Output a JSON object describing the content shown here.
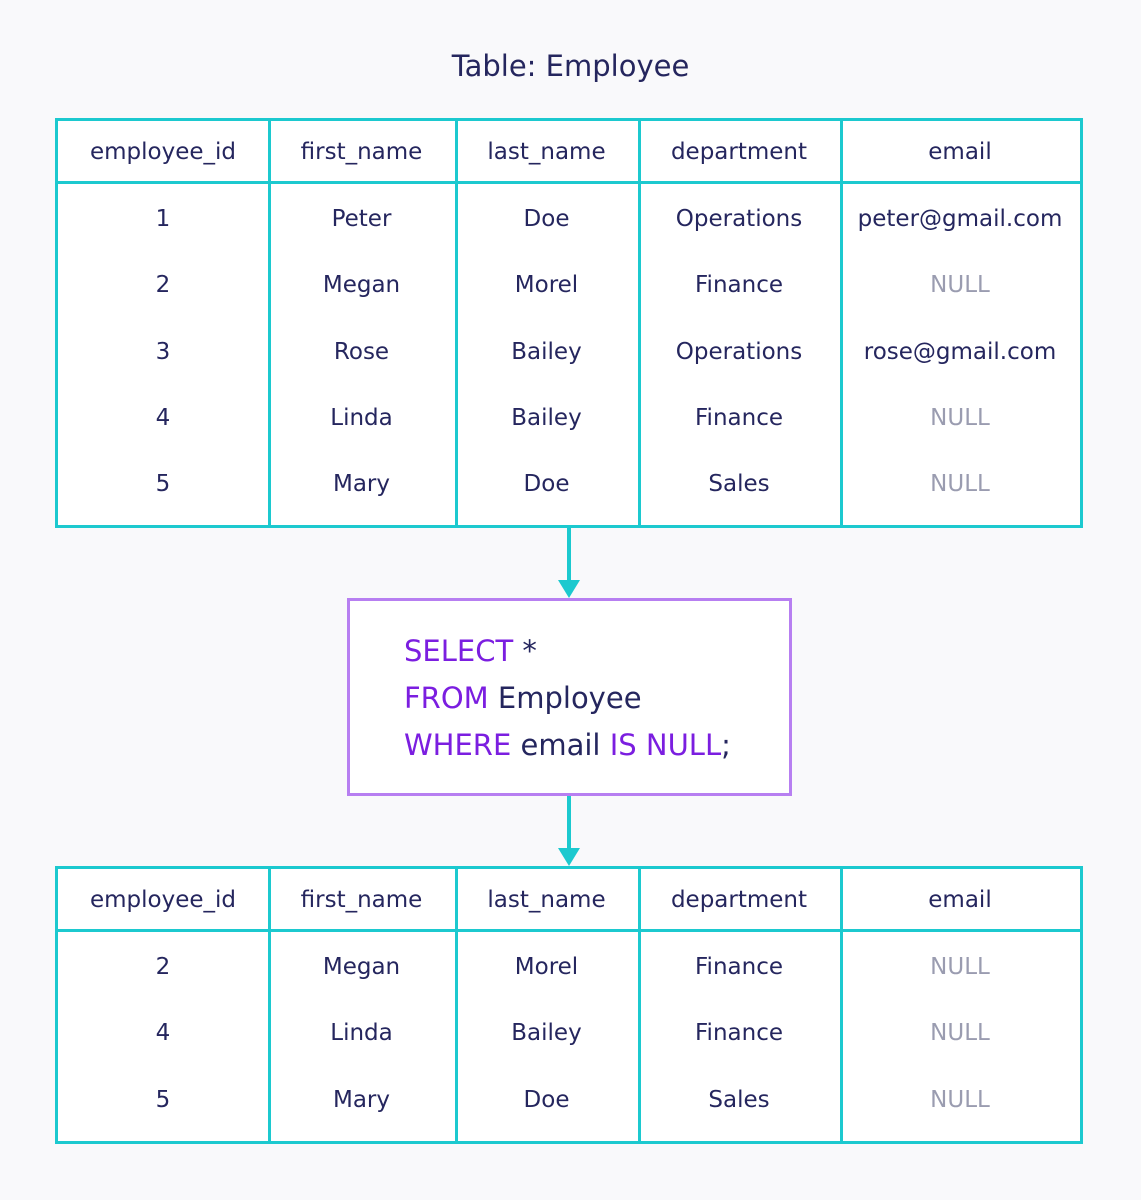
{
  "title": "Table: Employee",
  "columns": [
    "employee_id",
    "first_name",
    "last_name",
    "department",
    "email"
  ],
  "source_rows": [
    [
      "1",
      "Peter",
      "Doe",
      "Operations",
      "peter@gmail.com"
    ],
    [
      "2",
      "Megan",
      "Morel",
      "Finance",
      "NULL"
    ],
    [
      "3",
      "Rose",
      "Bailey",
      "Operations",
      "rose@gmail.com"
    ],
    [
      "4",
      "Linda",
      "Bailey",
      "Finance",
      "NULL"
    ],
    [
      "5",
      "Mary",
      "Doe",
      "Sales",
      "NULL"
    ]
  ],
  "query": {
    "line1": {
      "kw": "SELECT",
      "rest": " *"
    },
    "line2": {
      "kw": "FROM",
      "rest": " Employee"
    },
    "line3": {
      "kw": "WHERE",
      "mid": " email ",
      "kw2": "IS NULL",
      "end": ";"
    }
  },
  "result_rows": [
    [
      "2",
      "Megan",
      "Morel",
      "Finance",
      "NULL"
    ],
    [
      "4",
      "Linda",
      "Bailey",
      "Finance",
      "NULL"
    ],
    [
      "5",
      "Mary",
      "Doe",
      "Sales",
      "NULL"
    ]
  ],
  "colors": {
    "table_border": "#1cc9cf",
    "query_border": "#b77ff1",
    "keyword": "#7b1ee0",
    "text": "#25265e",
    "null_text": "#9a9cb0"
  }
}
